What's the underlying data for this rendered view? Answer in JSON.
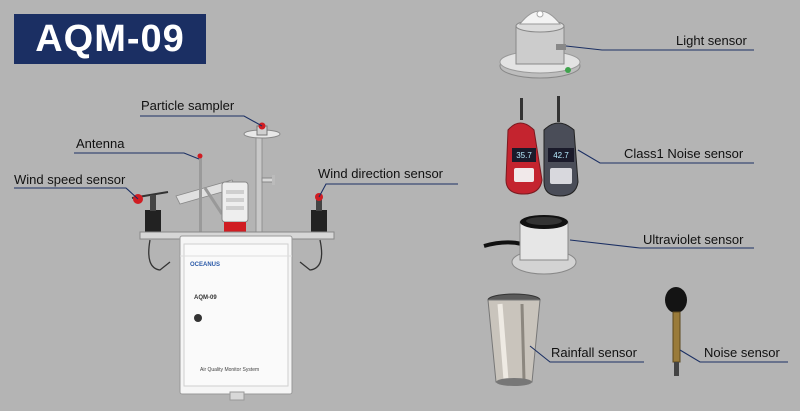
{
  "title": "AQM-09",
  "labels": {
    "particle_sampler": "Particle sampler",
    "antenna": "Antenna",
    "wind_speed": "Wind speed sensor",
    "wind_direction": "Wind direction sensor",
    "light": "Light sensor",
    "noise_class1": "Class1 Noise sensor",
    "ultraviolet": "Ultraviolet sensor",
    "rainfall": "Rainfall sensor",
    "noise": "Noise sensor"
  },
  "device": {
    "brand": "OCEANUS",
    "model": "AQM-09",
    "system_name": "Air Quality Monitor System"
  },
  "meters": {
    "left_reading": "35.7",
    "right_reading": "42.7"
  },
  "colors": {
    "title_bg": "#1b2f63",
    "background": "#b4b4b4",
    "leader_line": "#1b2f63",
    "accent_red": "#d01c22"
  }
}
